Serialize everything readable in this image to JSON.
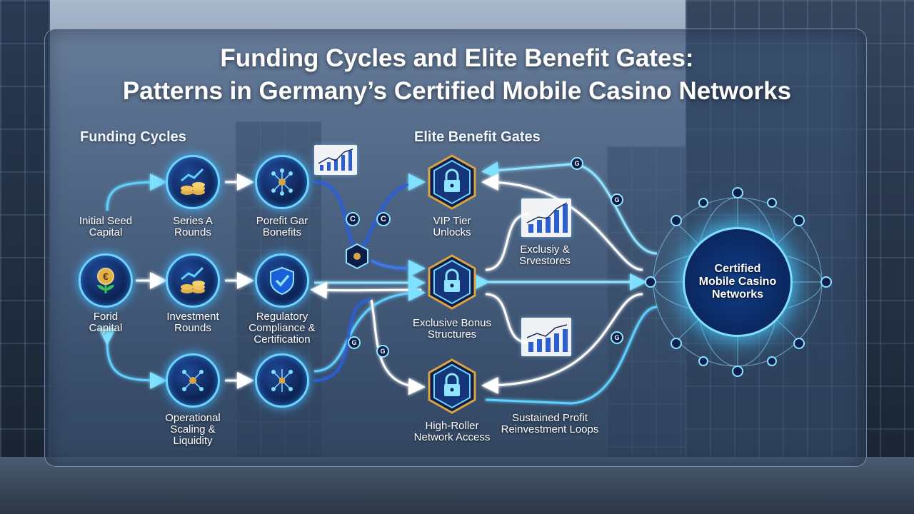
{
  "title": {
    "line1": "Funding Cycles and Elite Benefit Gates:",
    "line2": "Patterns in Germany’s Certified Mobile Casino Networks"
  },
  "sections": {
    "funding": "Funding Cycles",
    "elite": "Elite Benefit Gates"
  },
  "funding_nodes": {
    "initial_seed": [
      "Initial Seed",
      "Capital"
    ],
    "series_a": [
      "Series A",
      "Rounds"
    ],
    "profit_gar": [
      "Porefit Gar",
      "Bonefits"
    ],
    "fund_capital": [
      "Forid",
      "Capital"
    ],
    "investment": [
      "Investment",
      "Rounds"
    ],
    "regulatory": [
      "Regulatory",
      "Compliance &",
      "Certification"
    ],
    "operational": [
      "Operational",
      "Scaling &",
      "Liquidity"
    ]
  },
  "gates": {
    "vip": [
      "VIP Tier",
      "Unlocks"
    ],
    "exclusive": [
      "Exclusive Bonus",
      "Structures"
    ],
    "high_roller": [
      "High-Roller",
      "Network Access"
    ]
  },
  "side_labels": {
    "exclusive_services": [
      "Exclusiy &",
      "Srvestores"
    ],
    "sustained": [
      "Sustained Profit",
      "Reinvestment Loops"
    ]
  },
  "hub": {
    "label": [
      "Certified",
      "Mobile Casino",
      "Networks"
    ]
  },
  "connector_badges": [
    "C",
    "C",
    "G",
    "G",
    "G",
    "G",
    "G"
  ],
  "icons": {
    "euro": "€",
    "shield": "check-shield-icon"
  },
  "colors": {
    "accent": "#5fd0ff",
    "deep": "#0c1d4a",
    "gold": "#d9a441"
  }
}
